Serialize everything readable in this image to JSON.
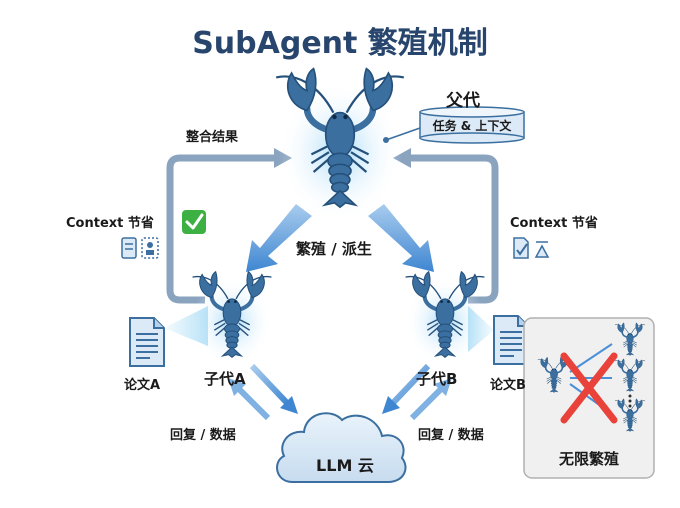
{
  "title": "SubAgent 繁殖机制",
  "parent": {
    "label": "父代",
    "context_label": "任务 & 上下文"
  },
  "merge_label": "整合结果",
  "spawn_label": "繁殖 / 派生",
  "context_left": "Context 节省",
  "context_right": "Context 节省",
  "child_a": {
    "label": "子代A",
    "paper": "论文A"
  },
  "child_b": {
    "label": "子代B",
    "paper": "论文B"
  },
  "reply_left": "回复 / 数据",
  "reply_right": "回复 / 数据",
  "cloud_label": "LLM 云",
  "infinite_label": "无限繁殖",
  "colors": {
    "title": "#27456d",
    "lobster": "#3b6fa0",
    "lobster_dark": "#24507a",
    "arrow_blue": "#4a90d9",
    "loop_gray": "#8aa4c0",
    "cross_red": "#e8423a",
    "check_green": "#3cb043"
  }
}
